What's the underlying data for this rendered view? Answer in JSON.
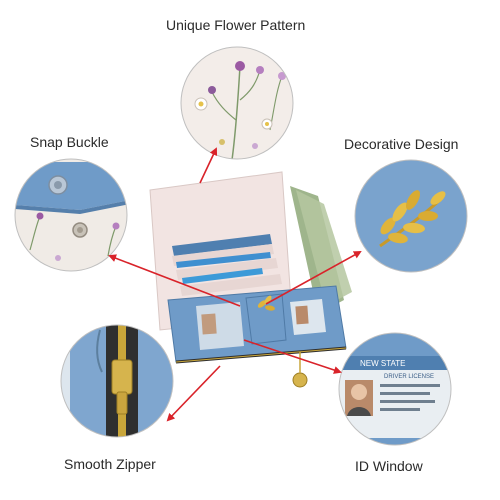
{
  "callouts": {
    "flower": "Unique Flower Pattern",
    "snap": "Snap Buckle",
    "decorative": "Decorative Design",
    "zipper": "Smooth Zipper",
    "id_window": "ID Window"
  },
  "id_card": {
    "header": "NEW STATE",
    "subheader": "DRIVER LICENSE"
  },
  "colors": {
    "arrow": "#d9232a",
    "wallet_blue": "#6f9bc8",
    "wallet_pink": "#f2e4e2",
    "leaf_gold": "#e0b43a",
    "bill_green": "#9fb58c"
  }
}
